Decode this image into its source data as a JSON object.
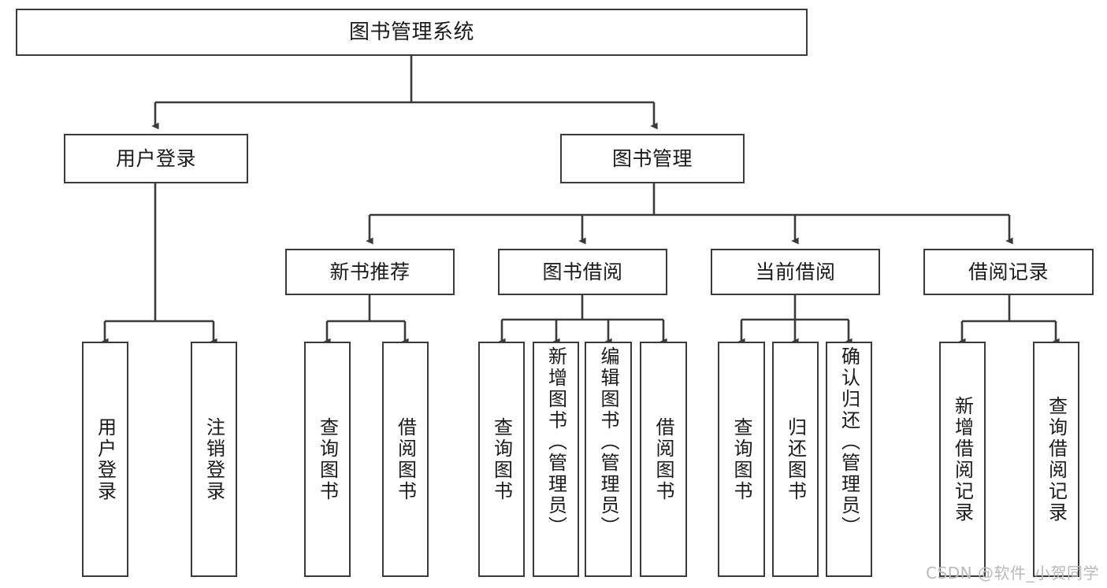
{
  "diagram": {
    "type": "tree-hierarchy",
    "title_node": {
      "label": "图书管理系统"
    },
    "level2": [
      {
        "id": "user-login",
        "label": "用户登录"
      },
      {
        "id": "book-management",
        "label": "图书管理"
      }
    ],
    "level3": [
      {
        "id": "new-book-recommend",
        "label": "新书推荐",
        "parent": "book-management"
      },
      {
        "id": "book-borrow",
        "label": "图书借阅",
        "parent": "book-management"
      },
      {
        "id": "current-borrow",
        "label": "当前借阅",
        "parent": "book-management"
      },
      {
        "id": "borrow-record",
        "label": "借阅记录",
        "parent": "book-management"
      }
    ],
    "leaves": [
      {
        "id": "leaf-user-login",
        "label": "用户登录",
        "parent": "user-login"
      },
      {
        "id": "leaf-logout-login",
        "label": "注销登录",
        "parent": "user-login"
      },
      {
        "id": "leaf-query-book-1",
        "label": "查询图书",
        "parent": "new-book-recommend"
      },
      {
        "id": "leaf-borrow-book-1",
        "label": "借阅图书",
        "parent": "new-book-recommend"
      },
      {
        "id": "leaf-query-book-2",
        "label": "查询图书",
        "parent": "book-borrow"
      },
      {
        "id": "leaf-add-book",
        "label": "新增图书（管理员）",
        "parent": "book-borrow"
      },
      {
        "id": "leaf-edit-book",
        "label": "编辑图书（管理员）",
        "parent": "book-borrow"
      },
      {
        "id": "leaf-borrow-book-2",
        "label": "借阅图书",
        "parent": "book-borrow"
      },
      {
        "id": "leaf-query-book-3",
        "label": "查询图书",
        "parent": "current-borrow"
      },
      {
        "id": "leaf-return-book",
        "label": "归还图书",
        "parent": "current-borrow"
      },
      {
        "id": "leaf-confirm-return",
        "label": "确认归还（管理员）",
        "parent": "current-borrow"
      },
      {
        "id": "leaf-add-record",
        "label": "新增借阅记录",
        "parent": "borrow-record"
      },
      {
        "id": "leaf-query-record",
        "label": "查询借阅记录",
        "parent": "borrow-record"
      }
    ],
    "colors": {
      "stroke": "#3a3a3a",
      "fill": "#ffffff",
      "text": "#1a1a1a",
      "watermark": "#b9b9b9"
    }
  },
  "watermark": {
    "text": "CSDN @软件_小贺同学"
  }
}
